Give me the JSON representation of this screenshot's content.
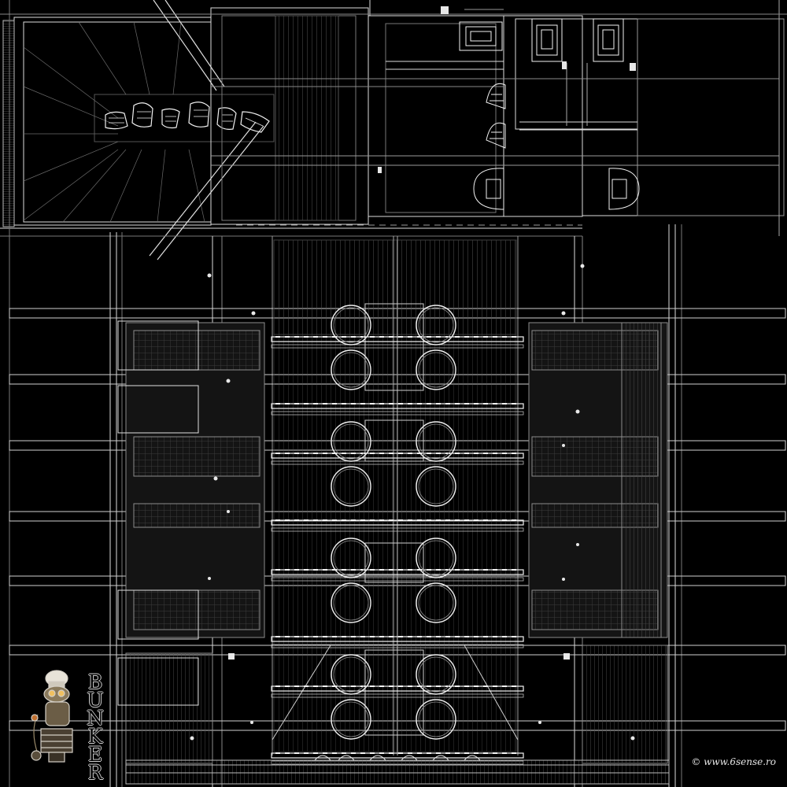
{
  "drawing": {
    "background": "#000000",
    "line_color": "#e8e8e8",
    "dim_line_color": "#7a7a7a",
    "tables": {
      "count": 8,
      "rows": 4,
      "columns": 2,
      "chairs_per_table": 2
    },
    "upper_room_armchairs": 6,
    "wc_fixtures": 7
  },
  "branding": {
    "logo_icon": "chef-robot-logo-icon",
    "logo_text": "BUNKER",
    "copyright": "© www.6sense.ro"
  }
}
